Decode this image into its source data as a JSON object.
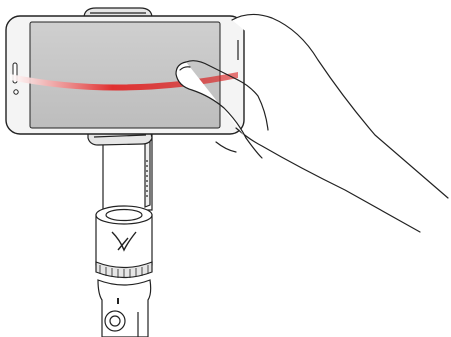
{
  "figure": {
    "type": "line-art-illustration",
    "colors": {
      "line": "#222222",
      "screen_fill": "#c9c9c9",
      "screen_bezel": "#f2f2f2",
      "clamp_fill": "#e6e6e6",
      "swipe_gradient_start": "#ffffff",
      "swipe_gradient_end": "#d92020",
      "background": "#ffffff"
    },
    "icons": [
      "smartphone-landscape",
      "phone-clamp",
      "gimbal-arm",
      "gimbal-motor-logo",
      "gimbal-handle-button",
      "hand-swipe-gesture"
    ]
  }
}
